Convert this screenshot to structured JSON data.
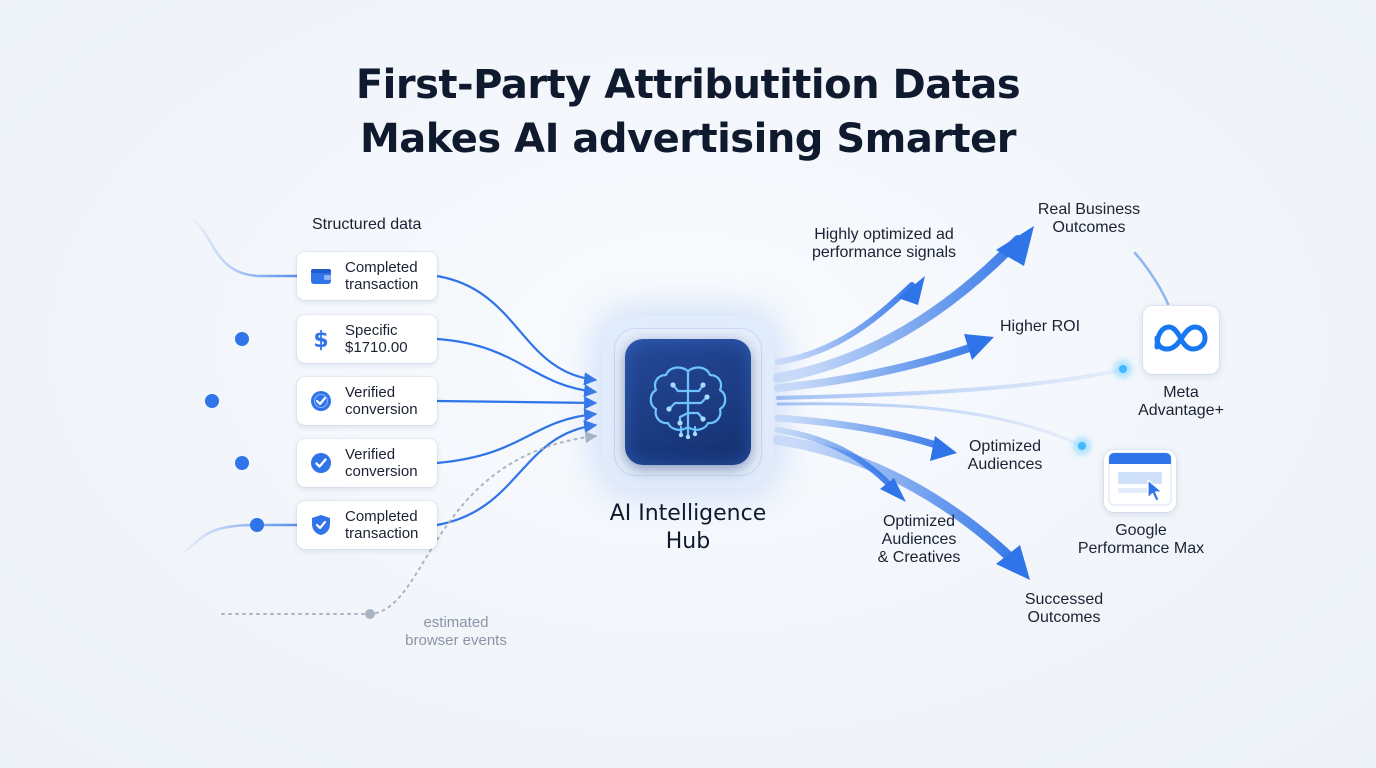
{
  "title": {
    "line1": "First-Party Attributition Datas",
    "line2": "Makes AI advertising Smarter"
  },
  "inputs": {
    "section_label": "Structured data",
    "cards": [
      {
        "icon": "wallet-icon",
        "line1": "Completed",
        "line2": "transaction"
      },
      {
        "icon": "dollar-icon",
        "line1": "Specific",
        "line2": "$1710.00"
      },
      {
        "icon": "verified-badge-icon",
        "line1": "Verified",
        "line2": "conversion"
      },
      {
        "icon": "check-circle-icon",
        "line1": "Verified",
        "line2": "conversion"
      },
      {
        "icon": "shield-check-icon",
        "line1": "Completed",
        "line2": "transaction"
      }
    ],
    "estimated": {
      "line1": "estimated",
      "line2": "browser events"
    }
  },
  "hub": {
    "icon": "brain-circuit-icon",
    "line1": "AI Intelligence",
    "line2": "Hub"
  },
  "outputs": [
    {
      "line1": "Highly optimized ad",
      "line2": "performance signals"
    },
    {
      "line1": "Real Business",
      "line2": "Outcomes"
    },
    {
      "line1": "Higher ROI",
      "line2": ""
    },
    {
      "line1": "Optimized",
      "line2": "Audiences"
    },
    {
      "line1": "Optimized",
      "line2": "Audiences",
      "line3": "& Creatives"
    },
    {
      "line1": "Successed",
      "line2": "Outcomes"
    }
  ],
  "platforms": [
    {
      "icon": "meta-logo-icon",
      "line1": "Meta",
      "line2": "Advantage+"
    },
    {
      "icon": "browser-cursor-icon",
      "line1": "Google",
      "line2": "Performance Max"
    }
  ],
  "colors": {
    "accent": "#2f74e8",
    "accent_light": "#8fb5f2",
    "hub_dark": "#14306f",
    "muted": "#8b94a6",
    "title": "#0f1a2e"
  }
}
